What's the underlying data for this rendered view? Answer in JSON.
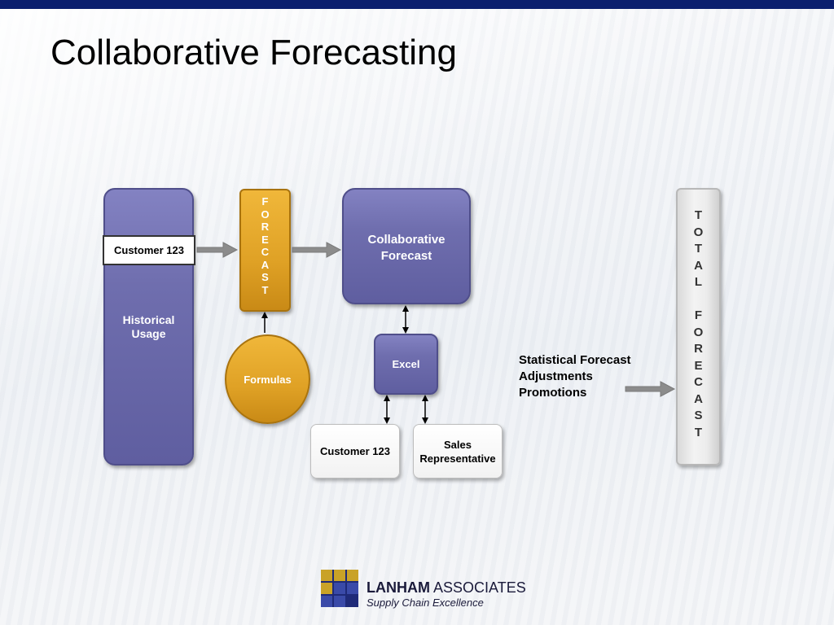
{
  "slide": {
    "title": "Collaborative Forecasting"
  },
  "diagram": {
    "historical_usage": "Historical\nUsage",
    "customer_input": "Customer 123",
    "forecast_vertical": "F\nO\nR\nE\nC\nA\nS\nT",
    "formulas": "Formulas",
    "collaborative_forecast": "Collaborative\nForecast",
    "excel": "Excel",
    "customer_bottom": "Customer 123",
    "sales_rep": "Sales\nRepresentative",
    "statistical_lines": [
      "Statistical Forecast",
      "Adjustments",
      "Promotions"
    ],
    "total_forecast_vertical": "T\nO\nT\nA\nL\n \nF\nO\nR\nE\nC\nA\nS\nT"
  },
  "logo": {
    "name_bold": "LANHAM",
    "name_rest": " ASSOCIATES",
    "tagline": "Supply Chain Excellence"
  },
  "colors": {
    "top_bar": "#0b1f6e",
    "purple": "#6f6eae",
    "gold": "#dfa125",
    "arrow": "#8c8c8c"
  }
}
